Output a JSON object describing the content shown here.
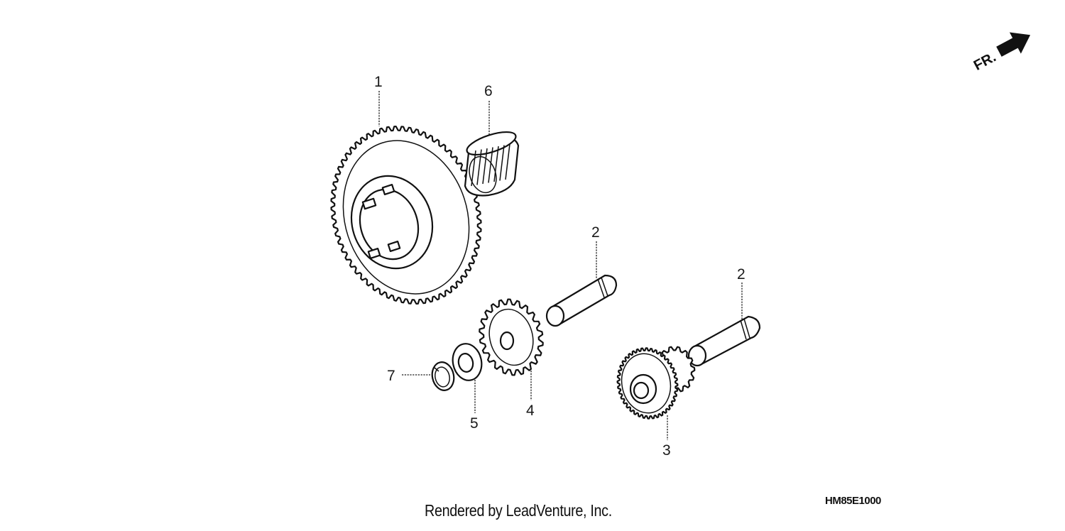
{
  "callouts": [
    {
      "id": "1",
      "label": "1"
    },
    {
      "id": "6",
      "label": "6"
    },
    {
      "id": "2a",
      "label": "2"
    },
    {
      "id": "2b",
      "label": "2"
    },
    {
      "id": "7",
      "label": "7"
    },
    {
      "id": "5",
      "label": "5"
    },
    {
      "id": "4",
      "label": "4"
    },
    {
      "id": "3",
      "label": "3"
    }
  ],
  "direction_indicator": {
    "text": "FR.",
    "icon": "front-arrow-icon"
  },
  "footer": {
    "credit": "Rendered by LeadVenture, Inc.",
    "part_code": "HM85E1000"
  }
}
